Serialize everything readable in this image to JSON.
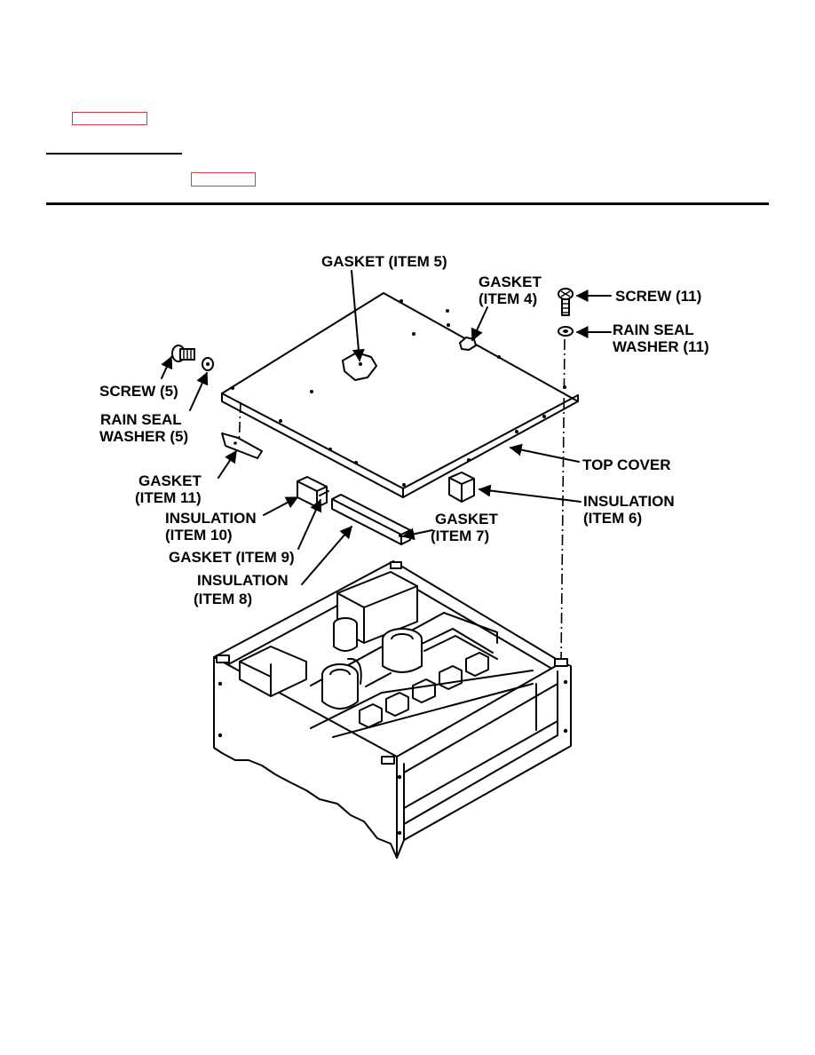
{
  "header": {
    "link_box_1_text": "",
    "link_box_2_text": ""
  },
  "callouts": {
    "gasket_item5": "GASKET (ITEM 5)",
    "gasket_item4_l1": "GASKET",
    "gasket_item4_l2": "(ITEM 4)",
    "screw_11": "SCREW (11)",
    "rain_seal_11_l1": "RAIN SEAL",
    "rain_seal_11_l2": "WASHER (11)",
    "screw_5": "SCREW (5)",
    "rain_seal_5_l1": "RAIN SEAL",
    "rain_seal_5_l2": "WASHER (5)",
    "top_cover": "TOP COVER",
    "gasket_item11_l1": "GASKET",
    "gasket_item11_l2": "(ITEM 11)",
    "insulation_item6_l1": "INSULATION",
    "insulation_item6_l2": "(ITEM 6)",
    "insulation_item10_l1": "INSULATION",
    "insulation_item10_l2": "(ITEM 10)",
    "gasket_item7_l1": "GASKET",
    "gasket_item7_l2": "(ITEM 7)",
    "gasket_item9": "GASKET (ITEM 9)",
    "insulation_item8_l1": "INSULATION",
    "insulation_item8_l2": "(ITEM 8)"
  }
}
